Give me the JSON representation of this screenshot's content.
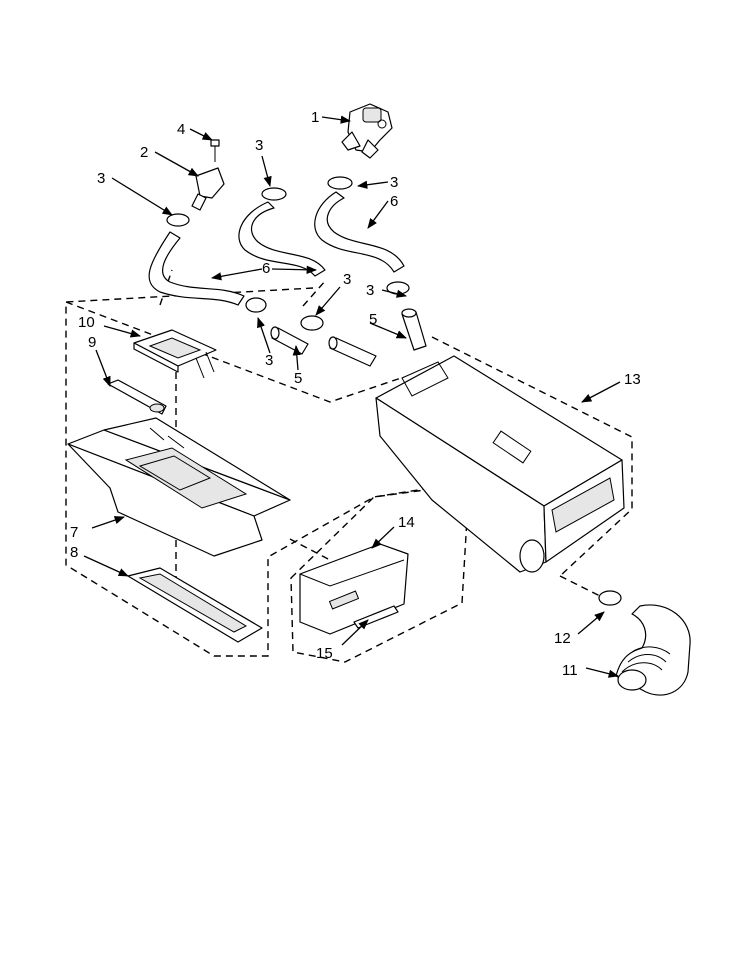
{
  "callouts": [
    {
      "text": "1"
    },
    {
      "text": "2"
    },
    {
      "text": "3"
    },
    {
      "text": "4"
    },
    {
      "text": "3"
    },
    {
      "text": "3"
    },
    {
      "text": "6"
    },
    {
      "text": "6"
    },
    {
      "text": "3"
    },
    {
      "text": "5"
    },
    {
      "text": "3"
    },
    {
      "text": "5"
    },
    {
      "text": "10"
    },
    {
      "text": "9"
    },
    {
      "text": "13"
    },
    {
      "text": "14"
    },
    {
      "text": "7"
    },
    {
      "text": "8"
    },
    {
      "text": "15"
    },
    {
      "text": "12"
    },
    {
      "text": "11"
    },
    {
      "text": "3"
    }
  ]
}
